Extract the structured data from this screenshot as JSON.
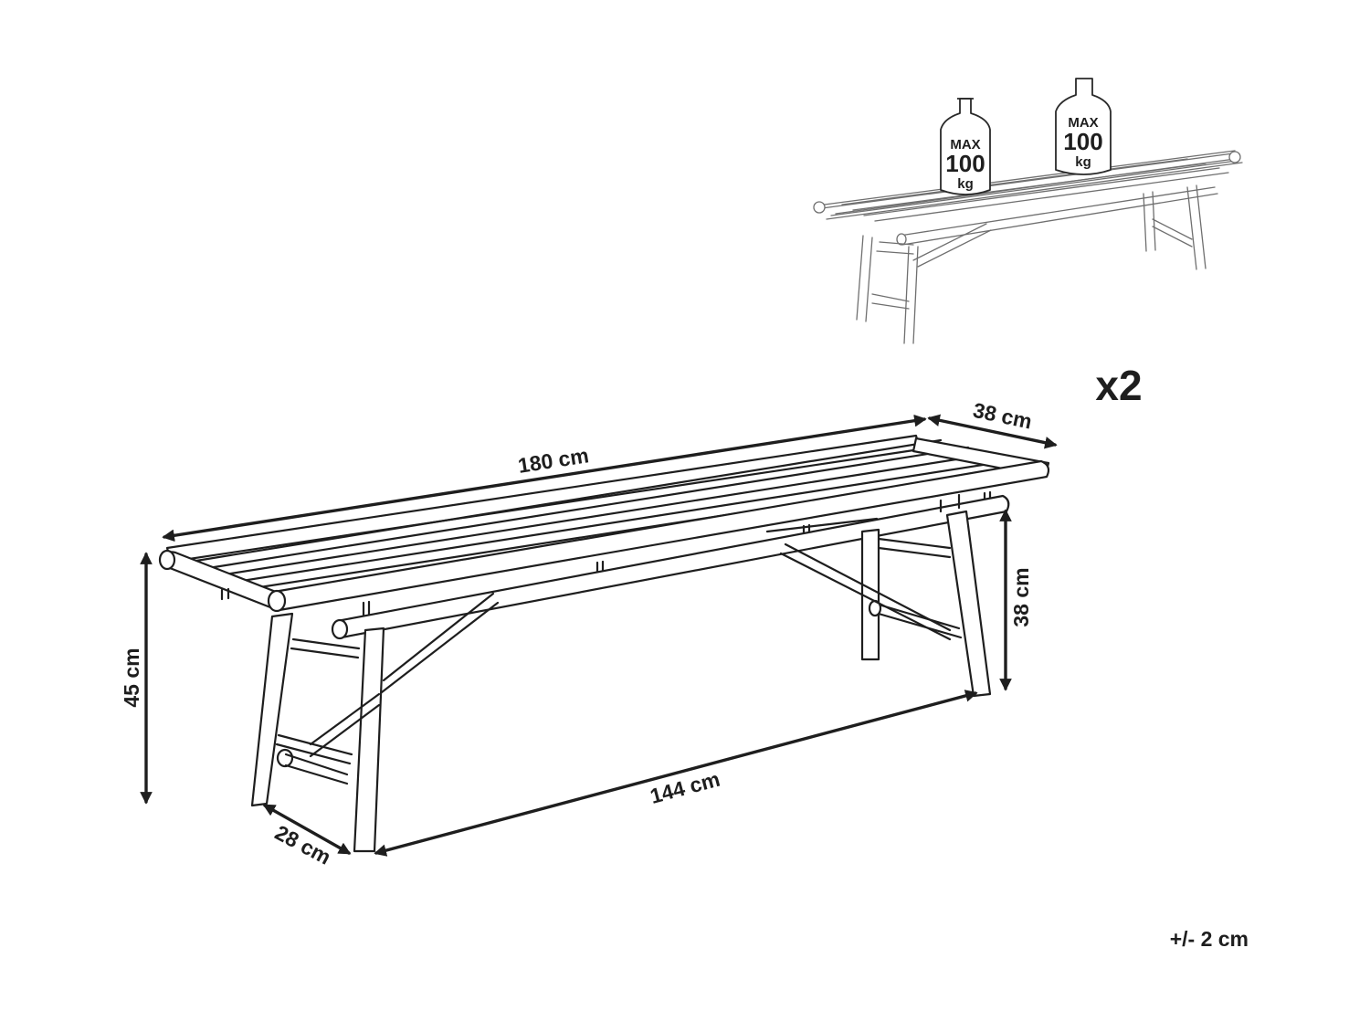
{
  "dimensions": {
    "length": "180 cm",
    "depth": "38 cm",
    "height": "45 cm",
    "inner_height": "38 cm",
    "leg_span": "144 cm",
    "leg_depth": "28 cm"
  },
  "quantity": "x2",
  "tolerance": "+/- 2 cm",
  "weight_limit": {
    "label": "MAX",
    "value": "100",
    "unit": "kg",
    "count": 2
  }
}
